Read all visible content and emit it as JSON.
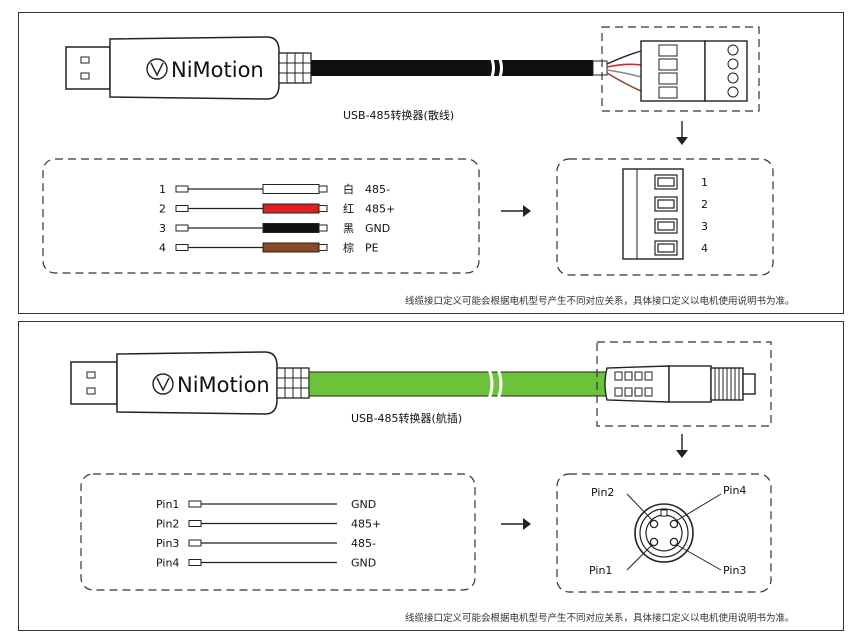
{
  "top_panel": {
    "logo_text": "NiMotion",
    "caption": "USB-485转换器(散线)",
    "wires": [
      {
        "num": "1",
        "color_name": "白",
        "signal": "485-",
        "color": "#ffffff"
      },
      {
        "num": "2",
        "color_name": "红",
        "signal": "485+",
        "color": "#e02020"
      },
      {
        "num": "3",
        "color_name": "黑",
        "signal": "GND",
        "color": "#111111"
      },
      {
        "num": "4",
        "color_name": "棕",
        "signal": "PE",
        "color": "#8a4a26"
      }
    ],
    "terminal_numbers": [
      "1",
      "2",
      "3",
      "4"
    ],
    "note": "线缆接口定义可能会根据电机型号产生不同对应关系，具体接口定义以电机使用说明书为准。"
  },
  "bottom_panel": {
    "logo_text": "NiMotion",
    "caption": "USB-485转换器(航插)",
    "cable_color": "#6cc23a",
    "pins": [
      {
        "pin": "Pin1",
        "signal": "GND"
      },
      {
        "pin": "Pin2",
        "signal": "485+"
      },
      {
        "pin": "Pin3",
        "signal": "485-"
      },
      {
        "pin": "Pin4",
        "signal": "GND"
      }
    ],
    "connector_labels": {
      "top_left": "Pin2",
      "top_right": "Pin4",
      "bottom_left": "Pin1",
      "bottom_right": "Pin3"
    },
    "note": "线缆接口定义可能会根据电机型号产生不同对应关系，具体接口定义以电机使用说明书为准。"
  }
}
